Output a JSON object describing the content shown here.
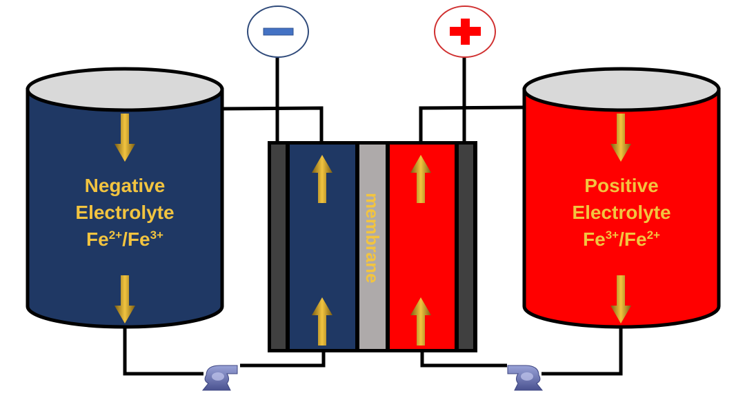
{
  "negative_tank": {
    "line1": "Negative",
    "line2": "Electrolyte",
    "ion_a": "Fe",
    "sup_a": "2+",
    "sep": "/Fe",
    "sup_b": "3+"
  },
  "positive_tank": {
    "line1": "Positive",
    "line2": "Electrolyte",
    "ion_a": "Fe",
    "sup_a": "3+",
    "sep": "/Fe",
    "sup_b": "2+"
  },
  "membrane_label": "membrane",
  "colors": {
    "negative": "#1f3864",
    "positive": "#ff0000",
    "membrane": "#aeaaaa",
    "electrode": "#404040",
    "arrow": "#c9a227",
    "text": "#f2c440"
  }
}
